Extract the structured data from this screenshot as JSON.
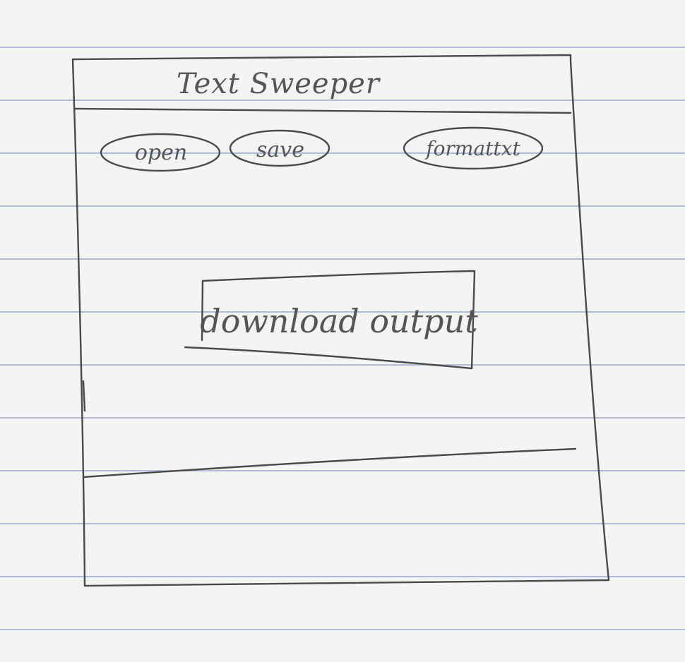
{
  "app": {
    "title": "Text Sweeper"
  },
  "toolbar": {
    "open_label": "open",
    "save_label": "save",
    "format_label": "formattxt"
  },
  "main": {
    "download_label": "download output"
  },
  "colors": {
    "ink": "#4a4a4a",
    "paper": "#f4f4f2",
    "rule_line": "#788cc8"
  }
}
